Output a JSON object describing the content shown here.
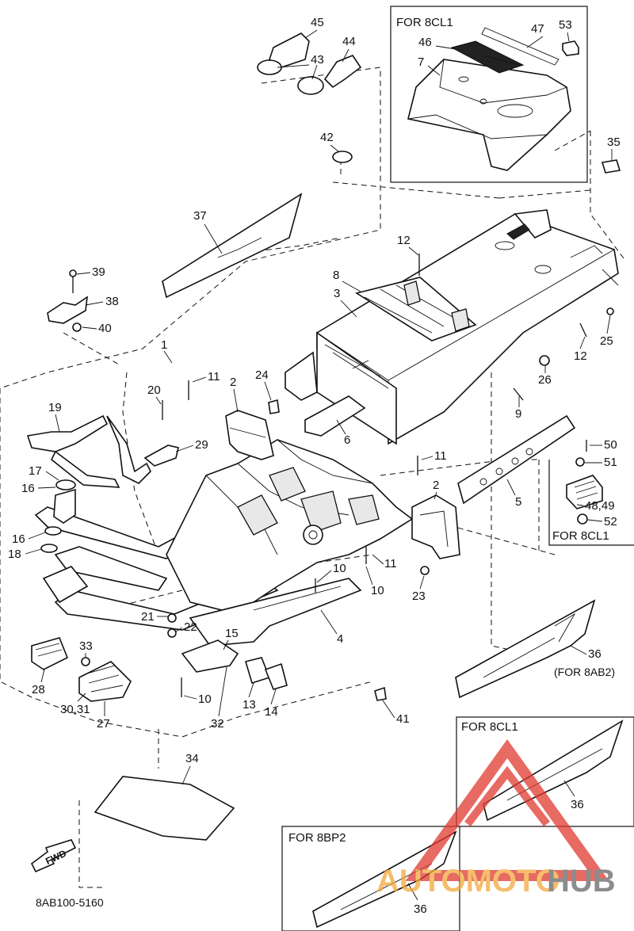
{
  "diagram": {
    "code": "8AB100-5160",
    "fwd_label": "FWD",
    "variant_boxes": {
      "top": "FOR 8CL1",
      "right": "FOR 8CL1",
      "bottom_right": "FOR 8CL1",
      "bottom": "FOR 8BP2"
    },
    "notes": {
      "part36_main": "(FOR 8AB2)"
    },
    "labels": {
      "p1": "1",
      "p2a": "2",
      "p2b": "2",
      "p3": "3",
      "p4": "4",
      "p5": "5",
      "p6": "6",
      "p7": "7",
      "p8": "8",
      "p9": "9",
      "p10a": "10",
      "p10b": "10",
      "p10c": "10",
      "p11a": "11",
      "p11b": "11",
      "p11c": "11",
      "p12a": "12",
      "p12b": "12",
      "p13": "13",
      "p14": "14",
      "p15": "15",
      "p16a": "16",
      "p16b": "16",
      "p17": "17",
      "p18": "18",
      "p19": "19",
      "p20": "20",
      "p21": "21",
      "p22": "22",
      "p23": "23",
      "p24": "24",
      "p25": "25",
      "p26": "26",
      "p27": "27",
      "p28": "28",
      "p29": "29",
      "p3031": "30,31",
      "p32": "32",
      "p33": "33",
      "p34": "34",
      "p35": "35",
      "p36a": "36",
      "p36b": "36",
      "p36c": "36",
      "p37": "37",
      "p38": "38",
      "p39": "39",
      "p40": "40",
      "p41": "41",
      "p42": "42",
      "p43": "43",
      "p44": "44",
      "p45": "45",
      "p46": "46",
      "p47": "47",
      "p4849": "48,49",
      "p50": "50",
      "p51": "51",
      "p52": "52",
      "p53": "53"
    }
  },
  "watermark": {
    "brand_a": "AUTOMOTO",
    "brand_b": "HUB",
    "color_primary": "#e03a2f",
    "color_secondary": "#f2a93b"
  }
}
